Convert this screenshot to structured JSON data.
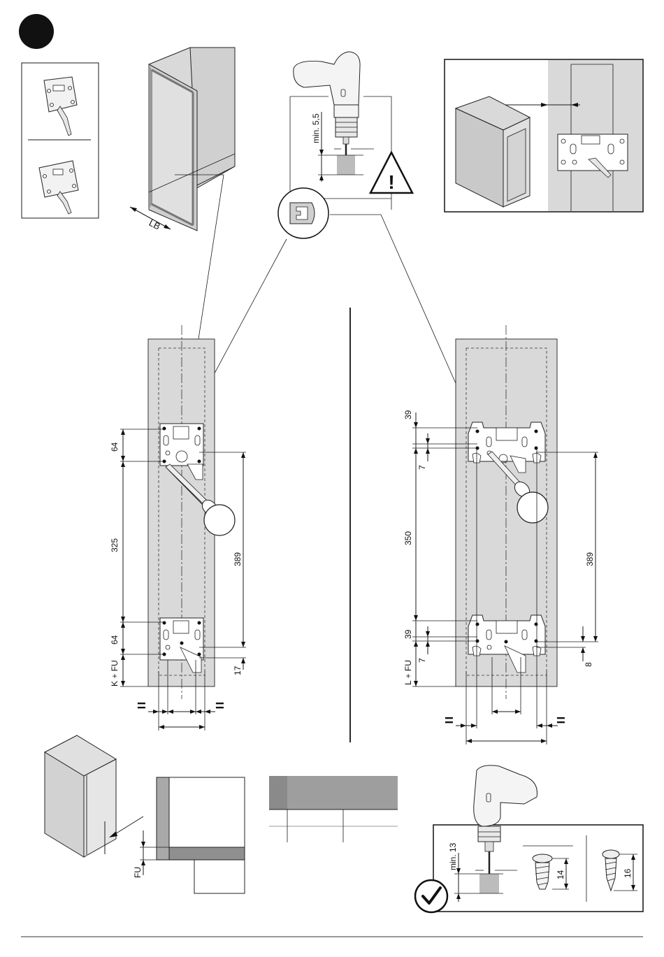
{
  "colors": {
    "panel": "#d9d9d9",
    "line": "#1a1a1a",
    "table_header": "#9e9e9e",
    "table_header_dark": "#8a8a8a"
  },
  "icons": [
    "step-circle-icon",
    "warning-triangle-icon",
    "checkmark-circle-icon",
    "drill-icon",
    "screwdriver-icon",
    "mounting-plate-icon",
    "screw-icon"
  ],
  "top": {
    "lb_label": "LB",
    "drill_depth_label": "min. 5,5",
    "warning_symbol": "!"
  },
  "left_scheme": {
    "dim_64_top": "64",
    "dim_325": "325",
    "dim_389": "389",
    "dim_64_bottom": "64",
    "dim_k_fu": "K + FU",
    "dim_17": "17",
    "equal_mark": "="
  },
  "right_scheme": {
    "dim_39_top": "39",
    "dim_7_top": "7",
    "dim_350": "350",
    "dim_389": "389",
    "dim_39_bottom": "39",
    "dim_7_bottom": "7",
    "dim_l_fu": "L + FU",
    "dim_8": "8",
    "equal_mark": "="
  },
  "bottom": {
    "fu_label": "FU",
    "drill_depth_label": "min. 13",
    "screw_1_length": "14",
    "screw_2_length": "16",
    "check_symbol": "✓"
  }
}
